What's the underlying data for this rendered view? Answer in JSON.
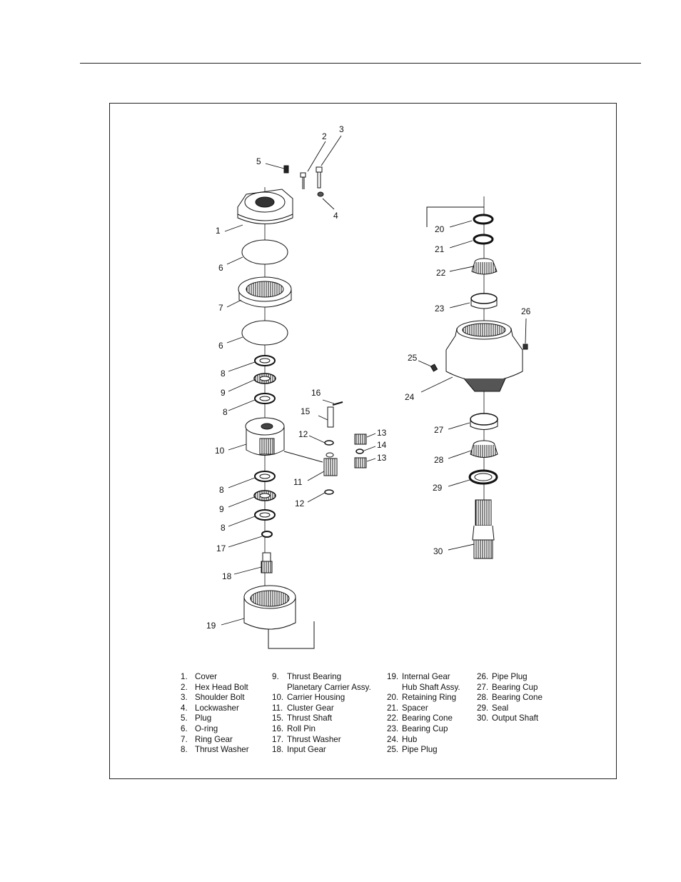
{
  "callouts": {
    "c1": "1",
    "c2": "2",
    "c3": "3",
    "c4": "4",
    "c5": "5",
    "c6a": "6",
    "c6b": "6",
    "c7": "7",
    "c8a": "8",
    "c8b": "8",
    "c8c": "8",
    "c8d": "8",
    "c9a": "9",
    "c9b": "9",
    "c10": "10",
    "c11": "11",
    "c12a": "12",
    "c12b": "12",
    "c13a": "13",
    "c13b": "13",
    "c14": "14",
    "c15": "15",
    "c16": "16",
    "c17": "17",
    "c18": "18",
    "c19": "19",
    "c20": "20",
    "c21": "21",
    "c22": "22",
    "c23": "23",
    "c24": "24",
    "c25": "25",
    "c26": "26",
    "c27": "27",
    "c28": "28",
    "c29": "29",
    "c30": "30"
  },
  "legend": {
    "col1": [
      {
        "num": "1.",
        "name": "Cover"
      },
      {
        "num": "2.",
        "name": "Hex Head Bolt"
      },
      {
        "num": "3.",
        "name": "Shoulder Bolt"
      },
      {
        "num": "4.",
        "name": "Lockwasher"
      },
      {
        "num": "5.",
        "name": "Plug"
      },
      {
        "num": "6.",
        "name": "O-ring"
      },
      {
        "num": "7.",
        "name": "Ring Gear"
      },
      {
        "num": "8.",
        "name": "Thrust Washer"
      }
    ],
    "col2": [
      {
        "num": "9.",
        "name": "Thrust Bearing"
      },
      {
        "num": "",
        "name": "Planetary Carrier Assy."
      },
      {
        "num": "10.",
        "name": "Carrier Housing"
      },
      {
        "num": "11.",
        "name": "Cluster Gear"
      },
      {
        "num": "15.",
        "name": "Thrust Shaft"
      },
      {
        "num": "16.",
        "name": "Roll Pin"
      },
      {
        "num": "17.",
        "name": "Thrust Washer"
      },
      {
        "num": "18.",
        "name": "Input Gear"
      }
    ],
    "col3": [
      {
        "num": "19.",
        "name": "Internal Gear"
      },
      {
        "num": "",
        "name": "Hub Shaft Assy."
      },
      {
        "num": "20.",
        "name": "Retaining Ring"
      },
      {
        "num": "21.",
        "name": "Spacer"
      },
      {
        "num": "22.",
        "name": "Bearing Cone"
      },
      {
        "num": "23.",
        "name": "Bearing Cup"
      },
      {
        "num": "24.",
        "name": "Hub"
      },
      {
        "num": "25.",
        "name": "Pipe Plug"
      }
    ],
    "col4": [
      {
        "num": "26.",
        "name": "Pipe Plug"
      },
      {
        "num": "27.",
        "name": "Bearing Cup"
      },
      {
        "num": "28.",
        "name": "Bearing Cone"
      },
      {
        "num": "29.",
        "name": "Seal"
      },
      {
        "num": "30.",
        "name": "Output Shaft"
      }
    ]
  }
}
